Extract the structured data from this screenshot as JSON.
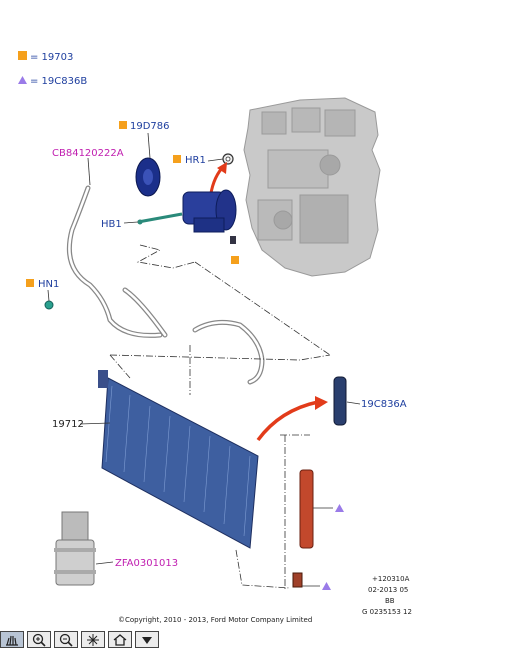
{
  "legend": [
    {
      "marker": "square",
      "color": "#f5a01c",
      "text": "= 19703"
    },
    {
      "marker": "triangle",
      "color": "#9a7be8",
      "text": "= 19C836B"
    }
  ],
  "labels": {
    "l19d786": "19D786",
    "lhr1": "HR1",
    "lcb": "CB84120222A",
    "lhb1": "HB1",
    "lhn1": "HN1",
    "l19c836a": "19C836A",
    "l19712": "19712",
    "lzfa": "ZFA0301013"
  },
  "stamp": [
    "+120310A",
    "02-2013 05",
    "BB",
    "G 0235153 12"
  ],
  "copyright": "©Copyright, 2010 - 2013, Ford Motor Company Limited",
  "toolbar": [
    {
      "name": "hand-tool-button",
      "icon": "hand-icon"
    },
    {
      "name": "zoom-in-button",
      "icon": "zoom-in-icon"
    },
    {
      "name": "zoom-out-button",
      "icon": "zoom-out-icon"
    },
    {
      "name": "fit-button",
      "icon": "sparkle-icon"
    },
    {
      "name": "home-button",
      "icon": "home-icon"
    },
    {
      "name": "menu-button",
      "icon": "down-triangle-icon"
    }
  ],
  "colors": {
    "square": "#f5a01c",
    "triangle": "#9a7be8",
    "blue_label": "#1f3f9f",
    "magenta_label": "#c01fb0",
    "arrow": "#e23b1a"
  }
}
